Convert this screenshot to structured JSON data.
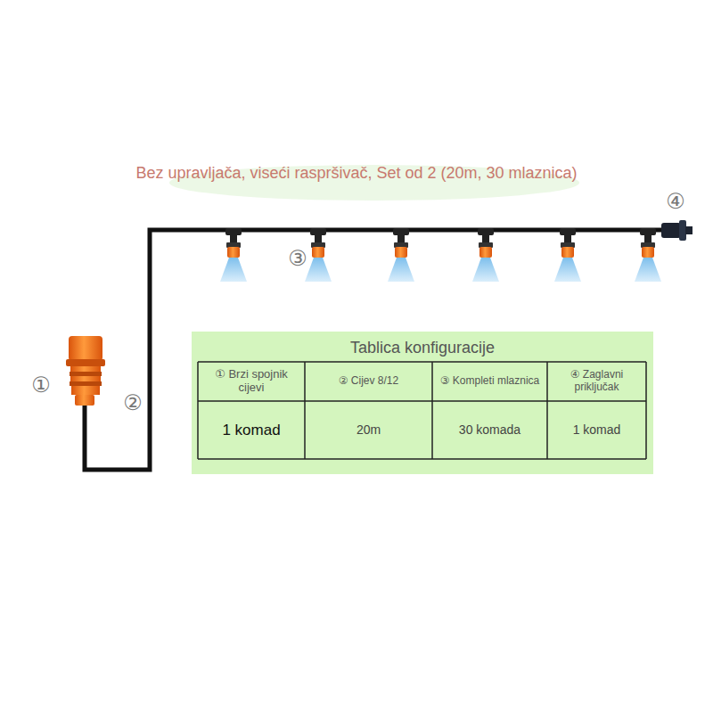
{
  "diagram": {
    "title": "Bez upravljača, viseći raspršivač, Set od 2 (20m, 30 mlaznica)",
    "nodes": [
      {
        "text": [
          "Tablica konfiguracije"
        ]
      }
    ],
    "labels": [
      "①",
      "②",
      "③",
      "④",
      "① Brzi spojnik cijevi",
      "② Cijev 8/12",
      "③ Kompleti mlaznica",
      "④ Zaglavni priključak",
      "1 komad",
      "20m",
      "30 komada",
      "1 komad"
    ]
  }
}
